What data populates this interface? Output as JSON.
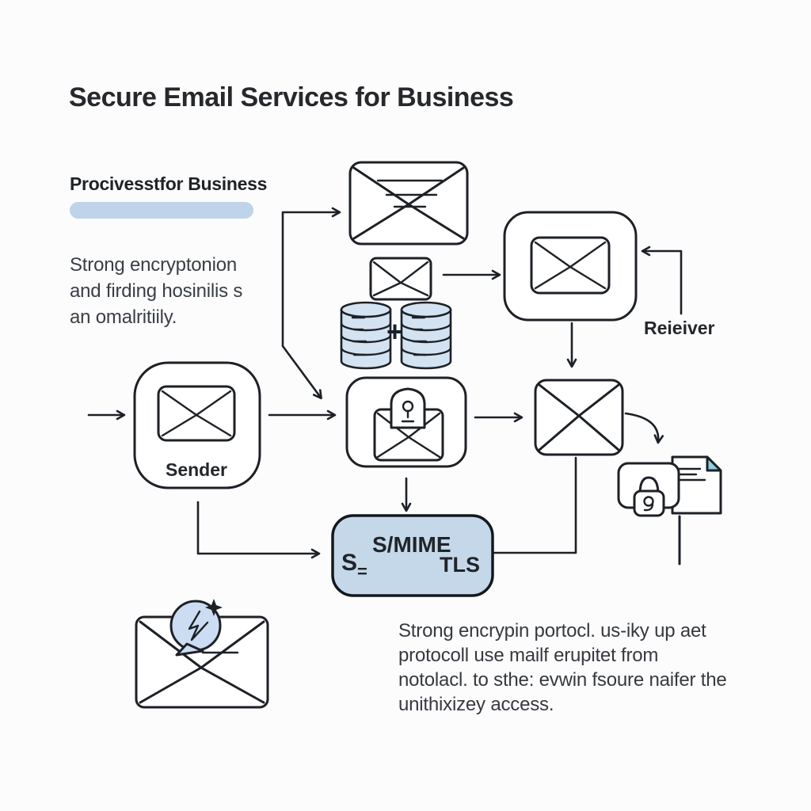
{
  "title": "Secure Email Services for Business",
  "subtitle": {
    "label": "Procivesstfor Business"
  },
  "left_paragraph": {
    "lines": [
      "Strong encryptonion",
      "and firding hosinilis s",
      "an omalritiily."
    ]
  },
  "diagram": {
    "sender_label": "Sender",
    "receiver_label": "Reieiver",
    "plus_sign": "+",
    "protocol_box": {
      "primary": "S/MIME",
      "s_label": "S",
      "s_equals": "=",
      "secondary": "TLS"
    }
  },
  "bottom_paragraph": {
    "lines": [
      "Strong encrypin portocl. us-iky up aet",
      "protocoll use mailf erupitet from",
      "notolacl. to sthe: evwin fsoure naifer the",
      "unithixizey access."
    ]
  },
  "icons": {
    "envelope": "envelope-icon",
    "database": "database-icon",
    "padlock": "padlock-icon",
    "document": "document-icon",
    "lightning": "lightning-icon",
    "sparkle": "sparkle-icon"
  },
  "colors": {
    "accent-blue-fill": "#c5d8ea",
    "pill-blue": "#bfd3ea",
    "db-blue": "#d3e3f2",
    "badge-blue": "#ccdcf2",
    "fold-teal": "#8ed0de",
    "line-dark": "#1d2126",
    "text-dark": "#26282c",
    "text-body": "#3a3e45",
    "bg": "#fcfcfd"
  }
}
